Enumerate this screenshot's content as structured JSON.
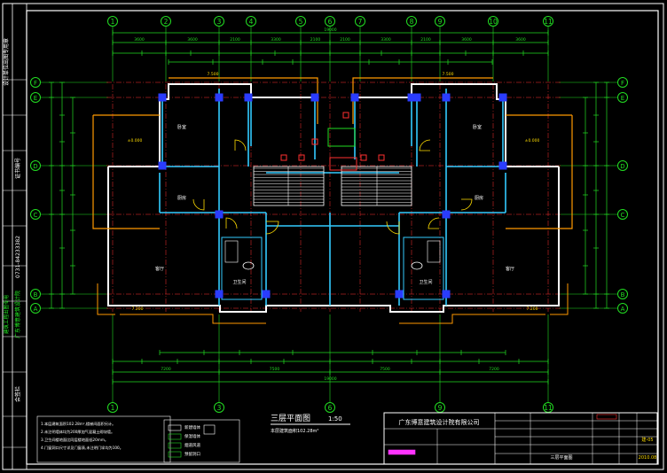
{
  "drawing": {
    "title": "三层平面图",
    "scale": "1:50",
    "area_note": "本层建筑面积102.28m²",
    "company": "广东博意建筑设计院有限公司",
    "sheet_name": "三层平面图",
    "sheet_no": "建-05",
    "date": "2010.08",
    "cert_text": "0731-84233382",
    "col_axes_top": [
      "1",
      "2",
      "3",
      "4",
      "5",
      "6",
      "7",
      "8",
      "9",
      "10",
      "11"
    ],
    "col_axes_bottom": [
      "1",
      "3",
      "6",
      "9",
      "11"
    ],
    "row_axes": [
      "F",
      "E",
      "D",
      "C",
      "B",
      "A"
    ],
    "dims_top_outer": "19000",
    "dims_bottom_outer": "19000",
    "legend": {
      "items": [
        "新建墙体",
        "保温墙体",
        "烟道风道",
        "预留洞口"
      ]
    },
    "notes": [
      "1.本层建筑面积102.28m²,楼梯间面积另计。",
      "2.未注明墙体均为200厚加气混凝土砌块墙。",
      "3.卫生间楼地面比同层楼地面低20mm。",
      "4.门窗洞口尺寸详见门窗表,未注明门垛均为100。"
    ]
  },
  "colors": {
    "wall": "#ffffff",
    "axis": "#ff3030",
    "dim": "#22dd22",
    "room": "#33ccff",
    "accent": "#ffdd00",
    "orange": "#ff9900",
    "blue": "#2a3cff",
    "magenta": "#ff33ff"
  }
}
